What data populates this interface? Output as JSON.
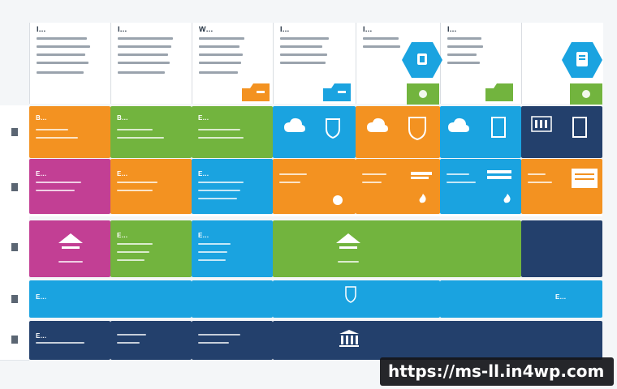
{
  "colors": {
    "orange": "#f39221",
    "green": "#72b43e",
    "blue": "#1aa3e0",
    "navy": "#23406c",
    "magenta": "#c23f94",
    "white": "#ffffff"
  },
  "header": {
    "col1_title": "I…",
    "col2_title": "I…",
    "col3_title": "W…",
    "col4_title": "I…",
    "col5_title": "I…",
    "col6_title": "I…"
  },
  "rows": {
    "r1_c1": "B…",
    "r1_c2": "B…",
    "r1_c3": "E…",
    "r2_c1": "E…",
    "r2_c2": "E…",
    "r2_c3": "E…",
    "r3_c2": "E…",
    "r3_c3": "E…",
    "r4_c1": "E…",
    "r4_c7": "E…",
    "r5_c1": "E…"
  },
  "icons": {
    "hex_blue": "shield-icon",
    "hex_blue_2": "clipboard-icon",
    "cloud": "cloud-icon",
    "ship": "ship-icon",
    "building": "building-icon",
    "flame": "flame-icon"
  },
  "watermark": {
    "url": "https://ms-ll.in4wp.com"
  }
}
